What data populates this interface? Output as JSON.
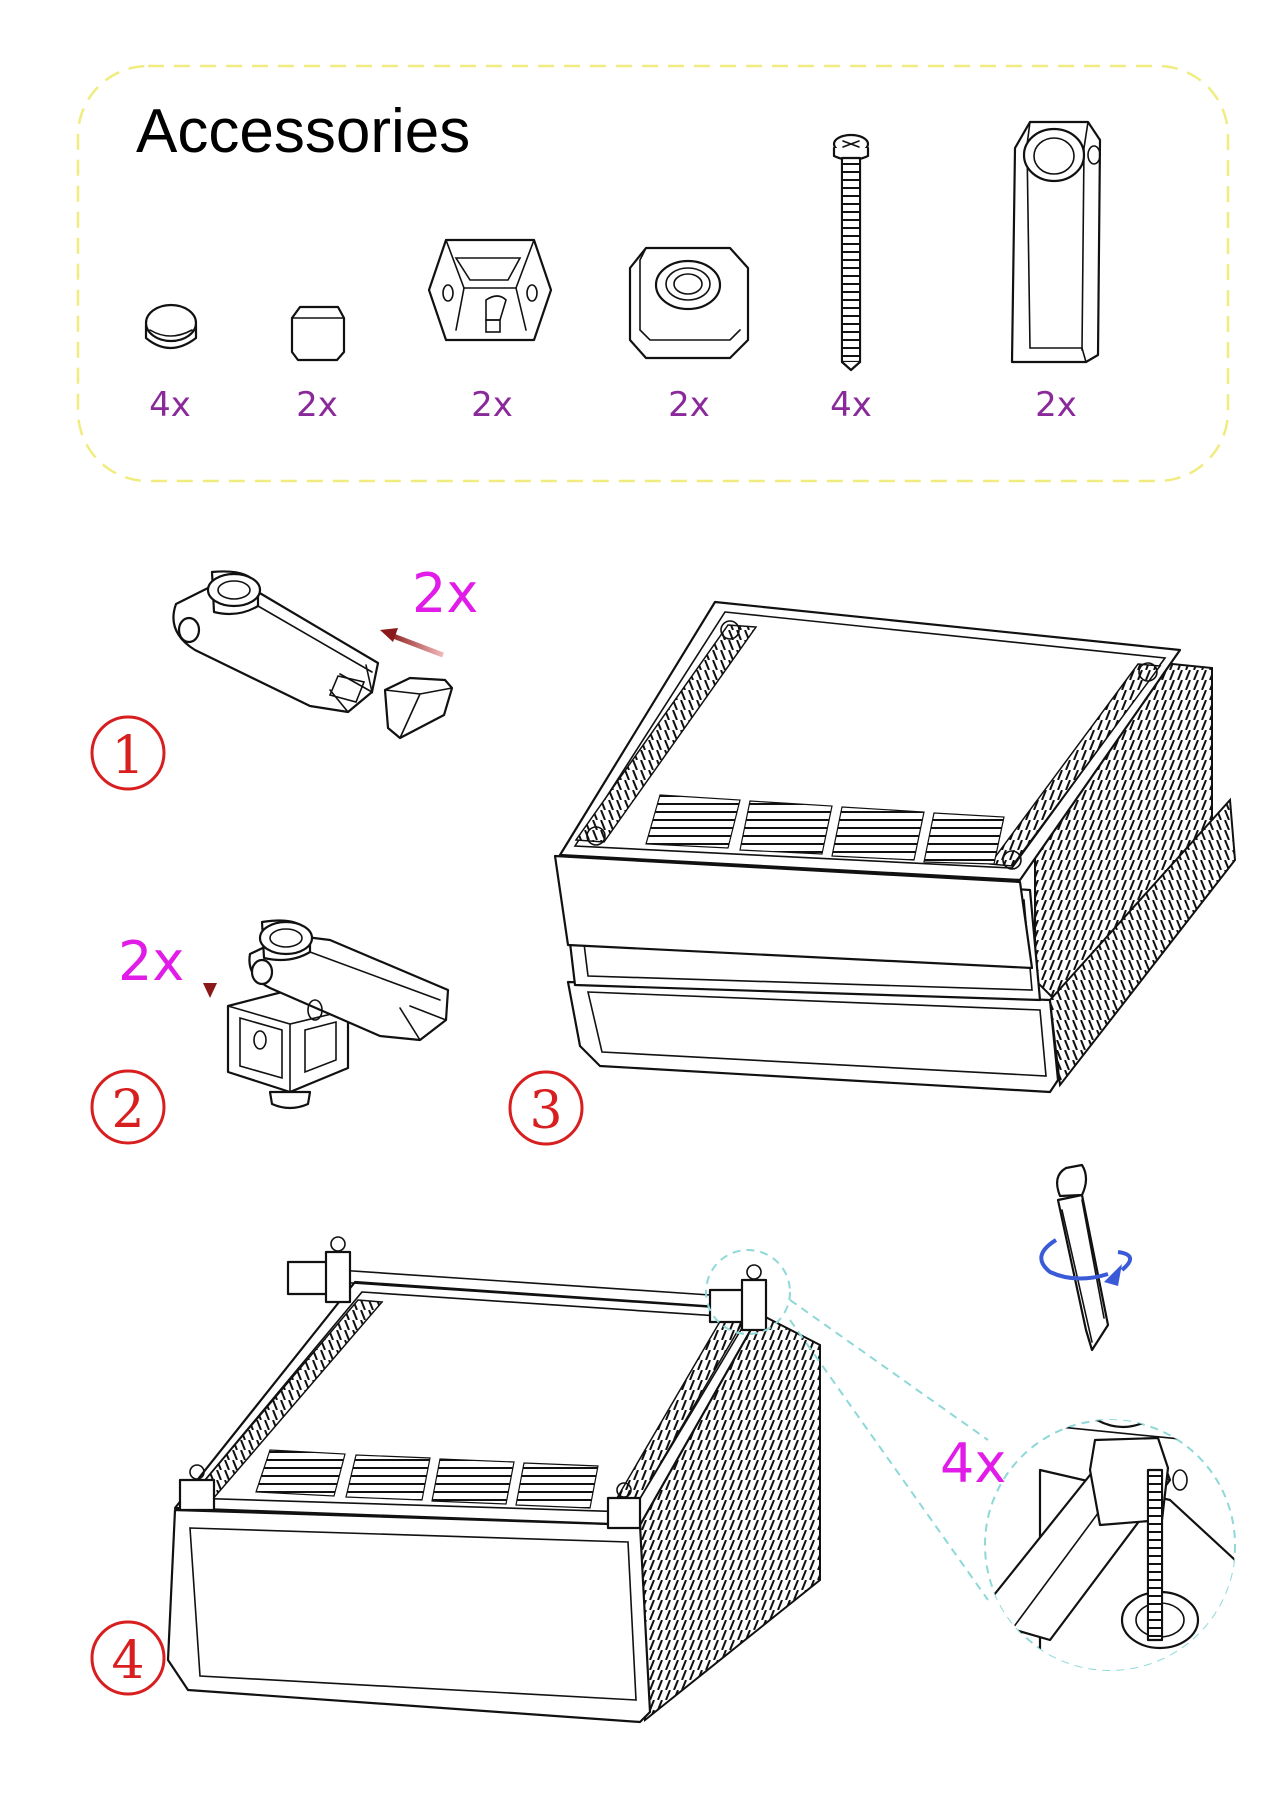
{
  "accessories": {
    "title": "Accessories",
    "items": [
      {
        "icon": "rubber-foot-icon",
        "qty": "4x"
      },
      {
        "icon": "insert-block-icon",
        "qty": "2x"
      },
      {
        "icon": "bracket-cube-icon",
        "qty": "2x"
      },
      {
        "icon": "screw-boss-cube-icon",
        "qty": "2x"
      },
      {
        "icon": "screw-icon",
        "qty": "4x"
      },
      {
        "icon": "handle-arm-icon",
        "qty": "2x"
      }
    ]
  },
  "steps": [
    {
      "number": "1",
      "qty": "2x"
    },
    {
      "number": "2",
      "qty": "2x"
    },
    {
      "number": "3"
    },
    {
      "number": "4",
      "qty": "4x"
    }
  ],
  "colors": {
    "frame": "#f0ec80",
    "qty_accessory": "#8a2a9a",
    "qty_step": "#e21ce8",
    "step_number": "#d81e1e",
    "arrow": "#8a1a1a",
    "rotate_arrow": "#3a5ad8",
    "callout": "#8fd8d8"
  }
}
